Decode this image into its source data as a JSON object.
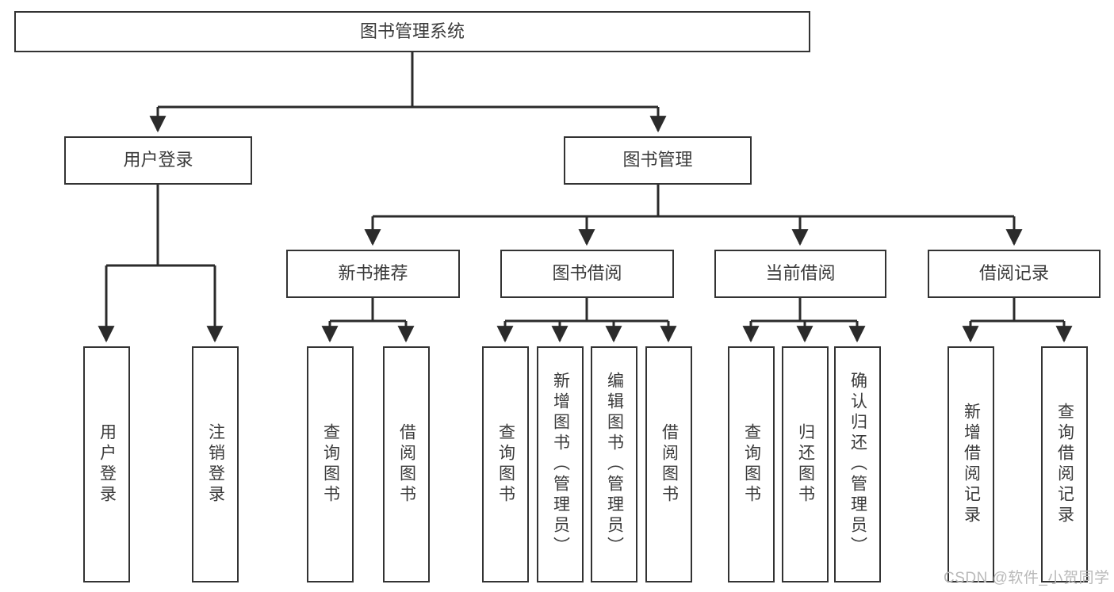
{
  "diagram": {
    "type": "tree-hierarchy",
    "title": "图书管理系统",
    "orientation": "top-down",
    "colors": {
      "box_border": "#333333",
      "box_fill": "#ffffff",
      "text": "#3a3a3a",
      "connector": "#2b2b2b",
      "watermark": "#b9b9b9",
      "page_background": "#ffffff"
    },
    "levels": [
      {
        "level": 1,
        "nodes": [
          {
            "id": "root",
            "label": "图书管理系统",
            "orientation": "horizontal"
          }
        ]
      },
      {
        "level": 2,
        "nodes": [
          {
            "id": "login",
            "label": "用户登录",
            "orientation": "horizontal",
            "parent": "root"
          },
          {
            "id": "bookmgmt",
            "label": "图书管理",
            "orientation": "horizontal",
            "parent": "root"
          }
        ]
      },
      {
        "level": 3,
        "nodes": [
          {
            "id": "newbook",
            "label": "新书推荐",
            "orientation": "horizontal",
            "parent": "bookmgmt"
          },
          {
            "id": "borrow",
            "label": "图书借阅",
            "orientation": "horizontal",
            "parent": "bookmgmt"
          },
          {
            "id": "current",
            "label": "当前借阅",
            "orientation": "horizontal",
            "parent": "bookmgmt"
          },
          {
            "id": "records",
            "label": "借阅记录",
            "orientation": "horizontal",
            "parent": "bookmgmt"
          }
        ]
      },
      {
        "level": 4,
        "nodes": [
          {
            "id": "leaf1",
            "label": "用户登录",
            "orientation": "vertical",
            "parent": "login"
          },
          {
            "id": "leaf2",
            "label": "注销登录",
            "orientation": "vertical",
            "parent": "login"
          },
          {
            "id": "leaf3",
            "label": "查询图书",
            "orientation": "vertical",
            "parent": "newbook"
          },
          {
            "id": "leaf4",
            "label": "借阅图书",
            "orientation": "vertical",
            "parent": "newbook"
          },
          {
            "id": "leaf5",
            "label": "查询图书",
            "orientation": "vertical",
            "parent": "borrow"
          },
          {
            "id": "leaf6",
            "label": "新增图书（管理员）",
            "orientation": "vertical",
            "parent": "borrow"
          },
          {
            "id": "leaf7",
            "label": "编辑图书（管理员）",
            "orientation": "vertical",
            "parent": "borrow"
          },
          {
            "id": "leaf8",
            "label": "借阅图书",
            "orientation": "vertical",
            "parent": "borrow"
          },
          {
            "id": "leaf9",
            "label": "查询图书",
            "orientation": "vertical",
            "parent": "current"
          },
          {
            "id": "leaf10",
            "label": "归还图书",
            "orientation": "vertical",
            "parent": "current"
          },
          {
            "id": "leaf11",
            "label": "确认归还（管理员）",
            "orientation": "vertical",
            "parent": "current"
          },
          {
            "id": "leaf12",
            "label": "新增借阅记录",
            "orientation": "vertical",
            "parent": "records"
          },
          {
            "id": "leaf13",
            "label": "查询借阅记录",
            "orientation": "vertical",
            "parent": "records"
          }
        ]
      }
    ]
  },
  "watermark": {
    "text": "CSDN @软件_小贺同学"
  }
}
